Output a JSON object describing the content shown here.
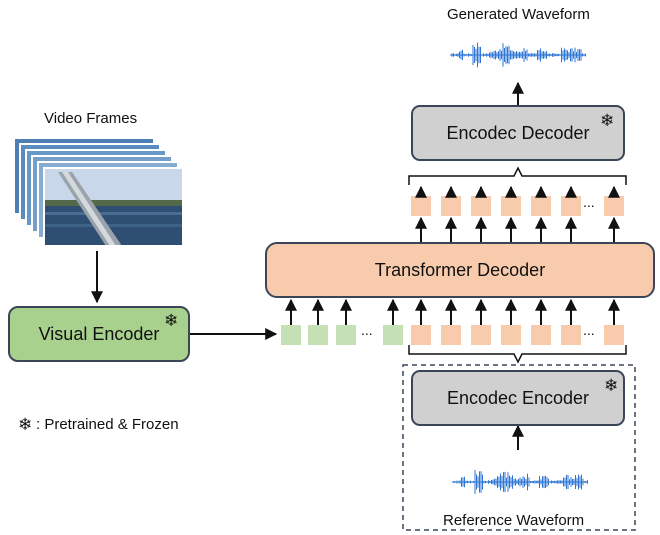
{
  "labels": {
    "generated_waveform": "Generated Waveform",
    "video_frames": "Video Frames",
    "encodec_decoder": "Encodec Decoder",
    "transformer_decoder": "Transformer Decoder",
    "visual_encoder": "Visual Encoder",
    "encodec_encoder": "Encodec Encoder",
    "reference_waveform": "Reference Waveform",
    "legend": ": Pretrained & Frozen",
    "ellipsis": "..."
  },
  "icons": {
    "frozen": "snowflake-icon",
    "waveform": "audio-waveform-icon"
  },
  "colors": {
    "token_orange": "#f8cbad",
    "token_green": "#c5e0b4",
    "encoder_gray": "#d0d0d0",
    "visual_green": "#a9d18e",
    "wave_blue": "#2e75d6",
    "outline": "#3a4658"
  }
}
